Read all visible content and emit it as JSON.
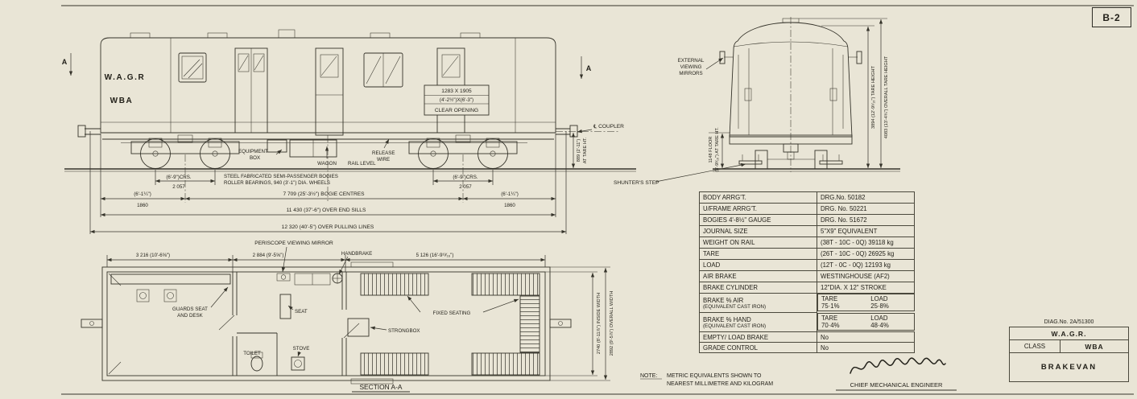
{
  "sheet": {
    "ref": "B-2"
  },
  "side": {
    "marker": "A",
    "lettering1": "W.A.G.R",
    "lettering2": "WBA",
    "co1": "1283 X 1905",
    "co2": "(4'-2½\")X(6'-3\")",
    "co3": "CLEAR OPENING",
    "coupler_label": "℄ COUPLER",
    "equip1": "EQUIPMENT",
    "equip2": "BOX",
    "wagon": "WAGON",
    "rail_level": "RAIL LEVEL",
    "release1": "RELEASE",
    "release2": "WIRE",
    "bogie_note1": "STEEL FABRICATED SEMI-PASSENGER BOGIES",
    "bogie_note2": "ROLLER BEARINGS, 940 (3'-1\") DIA. WHEELS",
    "crs": "(6'-9\")CRS.",
    "crs_mm": "2 057",
    "bogie_centres": "7 709 (25'-3½\") BOGIE CENTRES",
    "overhang": "(6'-1¼\")",
    "overhang_mm": "1860",
    "end_sills": "11 430 (37'-6\") OVER END SILLS",
    "pulling": "12 320 (40'-5\") OVER PULLING LINES",
    "coupler_ht1": "889 (2'-11\")",
    "coupler_ht2": "AT TARE HT."
  },
  "end": {
    "mirror1": "EXTERNAL",
    "mirror2": "VIEWING",
    "mirror3": "MIRRORS",
    "shunters": "SHUNTER'S STEP",
    "floor1": "1148 FLOOR",
    "floor2": "(3'-9³⁄₁₆\") AT TARE HT.",
    "tare_h": "3894 (12'-9⁵⁄₁₆\") TARE HEIGHT",
    "overall_h": "4083 (13'-4¾\") OVERALL TARE HEIGHT"
  },
  "plan": {
    "periscope": "PERISCOPE VIEWING MIRROR",
    "handbrake": "HANDBRAKE",
    "guards1": "GUARDS SEAT",
    "guards2": "AND DESK",
    "seat": "SEAT",
    "strongbox": "STRONGBOX",
    "fixed_seating": "FIXED SEATING",
    "toilet": "TOILET",
    "stove": "STOVE",
    "section": "SECTION A-A",
    "len1": "3 216 (10'-6⅝\")",
    "len2": "2 884 (9'-5⅝\")",
    "len3": "5 126 (16'-9¹³⁄₁₆\")",
    "inside_w": "2740 (8'-11⅞\") INSIDE WIDTH",
    "overall_w": "2892 (9'-5⅞\") OVERALL WIDTH"
  },
  "spec_table": {
    "rows": [
      {
        "label": "BODY ARRG'T.",
        "value": "DRG.No. 50182"
      },
      {
        "label": "U/FRAME ARRG'T.",
        "value": "DRG. No. 50221"
      },
      {
        "label": "BOGIES 4'-8½\" GAUGE",
        "value": "DRG. No. 51672"
      },
      {
        "label": "JOURNAL SIZE",
        "value": "5\"X9\" EQUIVALENT"
      },
      {
        "label": "WEIGHT ON RAIL",
        "value": "(38T - 10C - 0Q) 39118 kg"
      },
      {
        "label": "TARE",
        "value": "(26T - 10C - 0Q) 26925 kg"
      },
      {
        "label": "LOAD",
        "value": "(12T - 0C - 0Q) 12193 kg"
      },
      {
        "label": "AIR BRAKE",
        "value": "WESTINGHOUSE (AF2)"
      },
      {
        "label": "BRAKE CYLINDER",
        "value": "12\"DIA. X 12\" STROKE"
      }
    ],
    "pct_rows": [
      {
        "label1": "BRAKE % AIR",
        "label2": "(EQUIVALENT CAST IRON)",
        "tare_head": "TARE",
        "tare": "75·1%",
        "load_head": "LOAD",
        "load": "25·8%"
      },
      {
        "label1": "BRAKE % HAND",
        "label2": "(EQUIVALENT CAST IRON)",
        "tare_head": "TARE",
        "tare": "70·4%",
        "load_head": "LOAD",
        "load": "48·4%"
      }
    ],
    "tail_rows": [
      {
        "label": "EMPTY/ LOAD BRAKE",
        "value": "No"
      },
      {
        "label": "GRADE CONTROL",
        "value": "No"
      }
    ]
  },
  "footer": {
    "note_label": "NOTE:",
    "note1": "METRIC EQUIVALENTS SHOWN TO",
    "note2": "NEAREST MILLIMETRE AND KILOGRAM",
    "engineer": "CHIEF MECHANICAL ENGINEER"
  },
  "title_block": {
    "diag_no": "DIAG.No. 2A/51300",
    "railway": "W.A.G.R.",
    "class_label": "CLASS",
    "class_value": "WBA",
    "vehicle_type": "BRAKEVAN"
  }
}
